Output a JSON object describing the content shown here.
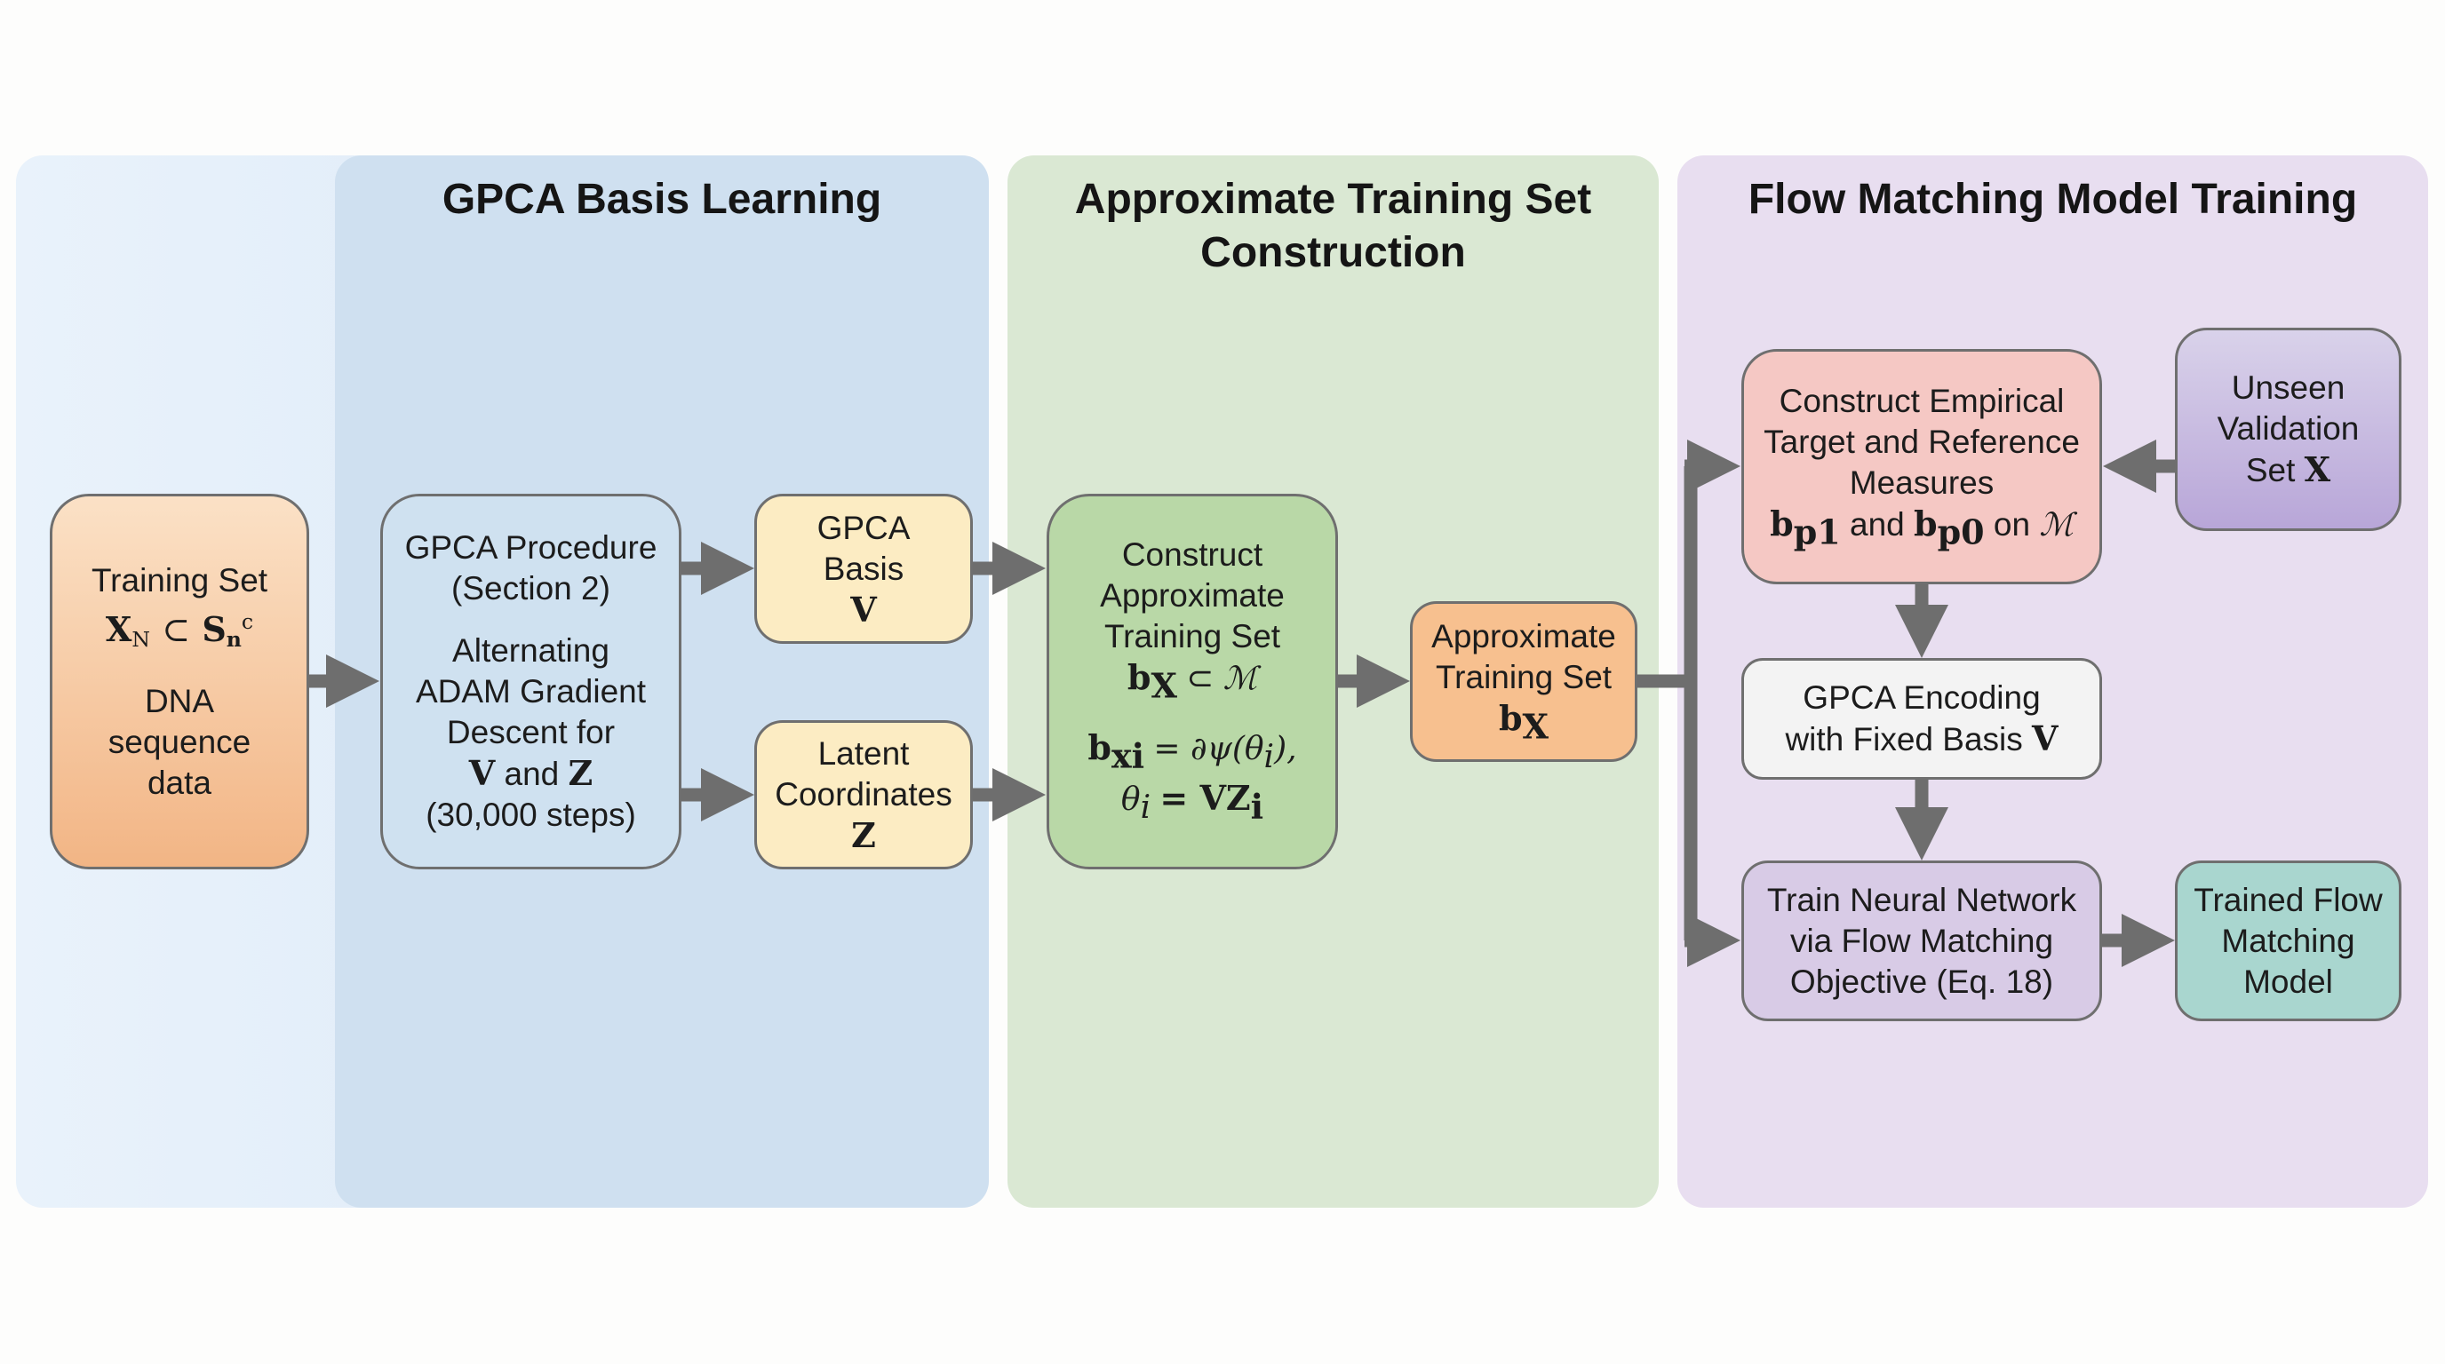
{
  "panels": [
    {
      "title": ""
    },
    {
      "title": "GPCA Basis Learning"
    },
    {
      "title_lines": [
        "Approximate Training Set",
        "Construction"
      ]
    },
    {
      "title": "Flow Matching Model Training"
    }
  ],
  "boxes": {
    "training_set": {
      "line1": "Training Set",
      "math_x": "X",
      "math_x_sub": "N",
      "subset": "⊂",
      "math_s": "S",
      "math_s_sub": "n",
      "math_s_sup": "c",
      "line3": "DNA",
      "line4": "sequence",
      "line5": "data"
    },
    "gpca_procedure": {
      "line1": "GPCA Procedure",
      "line2": "(Section 2)",
      "line3": "Alternating",
      "line4": "ADAM Gradient",
      "line5": "Descent for",
      "math_v": "V",
      "and": "and",
      "math_z": "Z",
      "line7": "(30,000 steps)"
    },
    "gpca_basis": {
      "line1": "GPCA",
      "line2": "Basis",
      "math": "V"
    },
    "latent_coordinates": {
      "line1": "Latent",
      "line2": "Coordinates",
      "math": "Z"
    },
    "construct_approx": {
      "line1": "Construct",
      "line2": "Approximate",
      "line3": "Training Set",
      "math_b": "b",
      "math_b_sub": "X",
      "subset": "⊂",
      "manifold": "ℳ",
      "eq1_lhs": "b",
      "eq1_lhs_sub": "xi",
      "eq1_rhs": "= ∂ψ(θ",
      "eq1_rhs_sub": "i",
      "eq1_end": "),",
      "eq2_lhs": "θ",
      "eq2_lhs_sub": "i",
      "eq2_rhs": "= VZ",
      "eq2_rhs_sub": "i"
    },
    "approx_training_set": {
      "line1": "Approximate",
      "line2": "Training Set",
      "math_b": "b",
      "math_b_sub": "X"
    },
    "construct_empirical": {
      "line1": "Construct Empirical",
      "line2": "Target and Reference",
      "line3": "Measures",
      "b1": "b",
      "b1_sub": "p1",
      "and": "and",
      "b0": "b",
      "b0_sub": "p0",
      "on": "on",
      "manifold": "ℳ"
    },
    "unseen_validation": {
      "line1": "Unseen",
      "line2": "Validation",
      "line3": "Set",
      "math": "X"
    },
    "gpca_encoding": {
      "line1": "GPCA Encoding",
      "line2": "with Fixed Basis",
      "math": "V"
    },
    "train_nn": {
      "line1": "Train Neural Network",
      "line2": "via Flow Matching",
      "line3": "Objective (Eq. 18)"
    },
    "trained_flow": {
      "line1": "Trained Flow",
      "line2": "Matching",
      "line3": "Model"
    }
  },
  "colors": {
    "arrow": "#6e6e6e"
  }
}
